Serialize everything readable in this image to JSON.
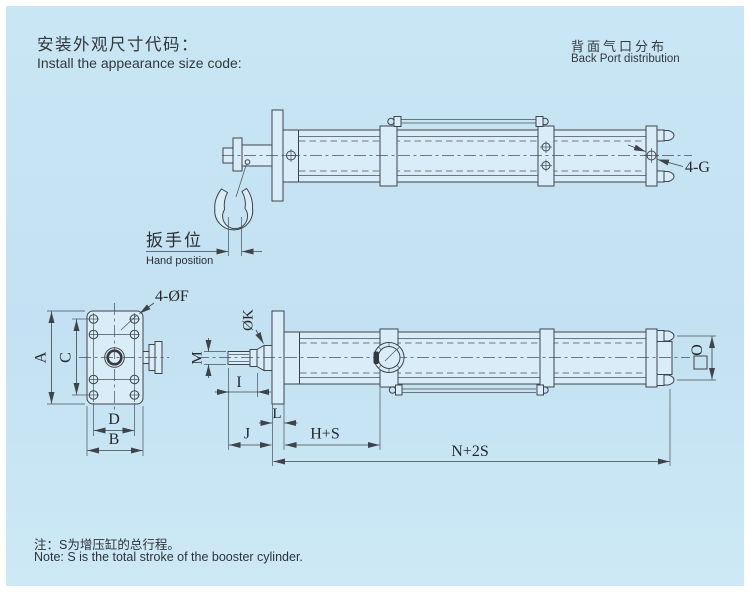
{
  "header": {
    "title_zh": "安装外观尺寸代码：",
    "title_en": "Install the appearance size code:",
    "back_port_zh": "背面气口分布",
    "back_port_en": "Back Port distribution"
  },
  "callouts": {
    "hand_position_zh": "扳手位",
    "hand_position_en": "Hand position",
    "back_ports": "4-G",
    "front_holes": "4-ØF"
  },
  "dimensions": {
    "front_view": {
      "A": "A",
      "C": "C",
      "D": "D",
      "B": "B"
    },
    "side_view": {
      "M": "M",
      "K": "ØK",
      "I": "I",
      "L": "L",
      "J": "J",
      "H_plus_S": "H+S",
      "N_plus_2S": "N+2S",
      "O": "O"
    }
  },
  "note": {
    "zh": "注：S为增压缸的总行程。",
    "en": "Note: S is the total stroke of the booster cylinder."
  },
  "colors": {
    "background": "#c7e4f3",
    "line": "#3f444a",
    "text": "#2a2e33",
    "fill": "#d9edf9"
  }
}
